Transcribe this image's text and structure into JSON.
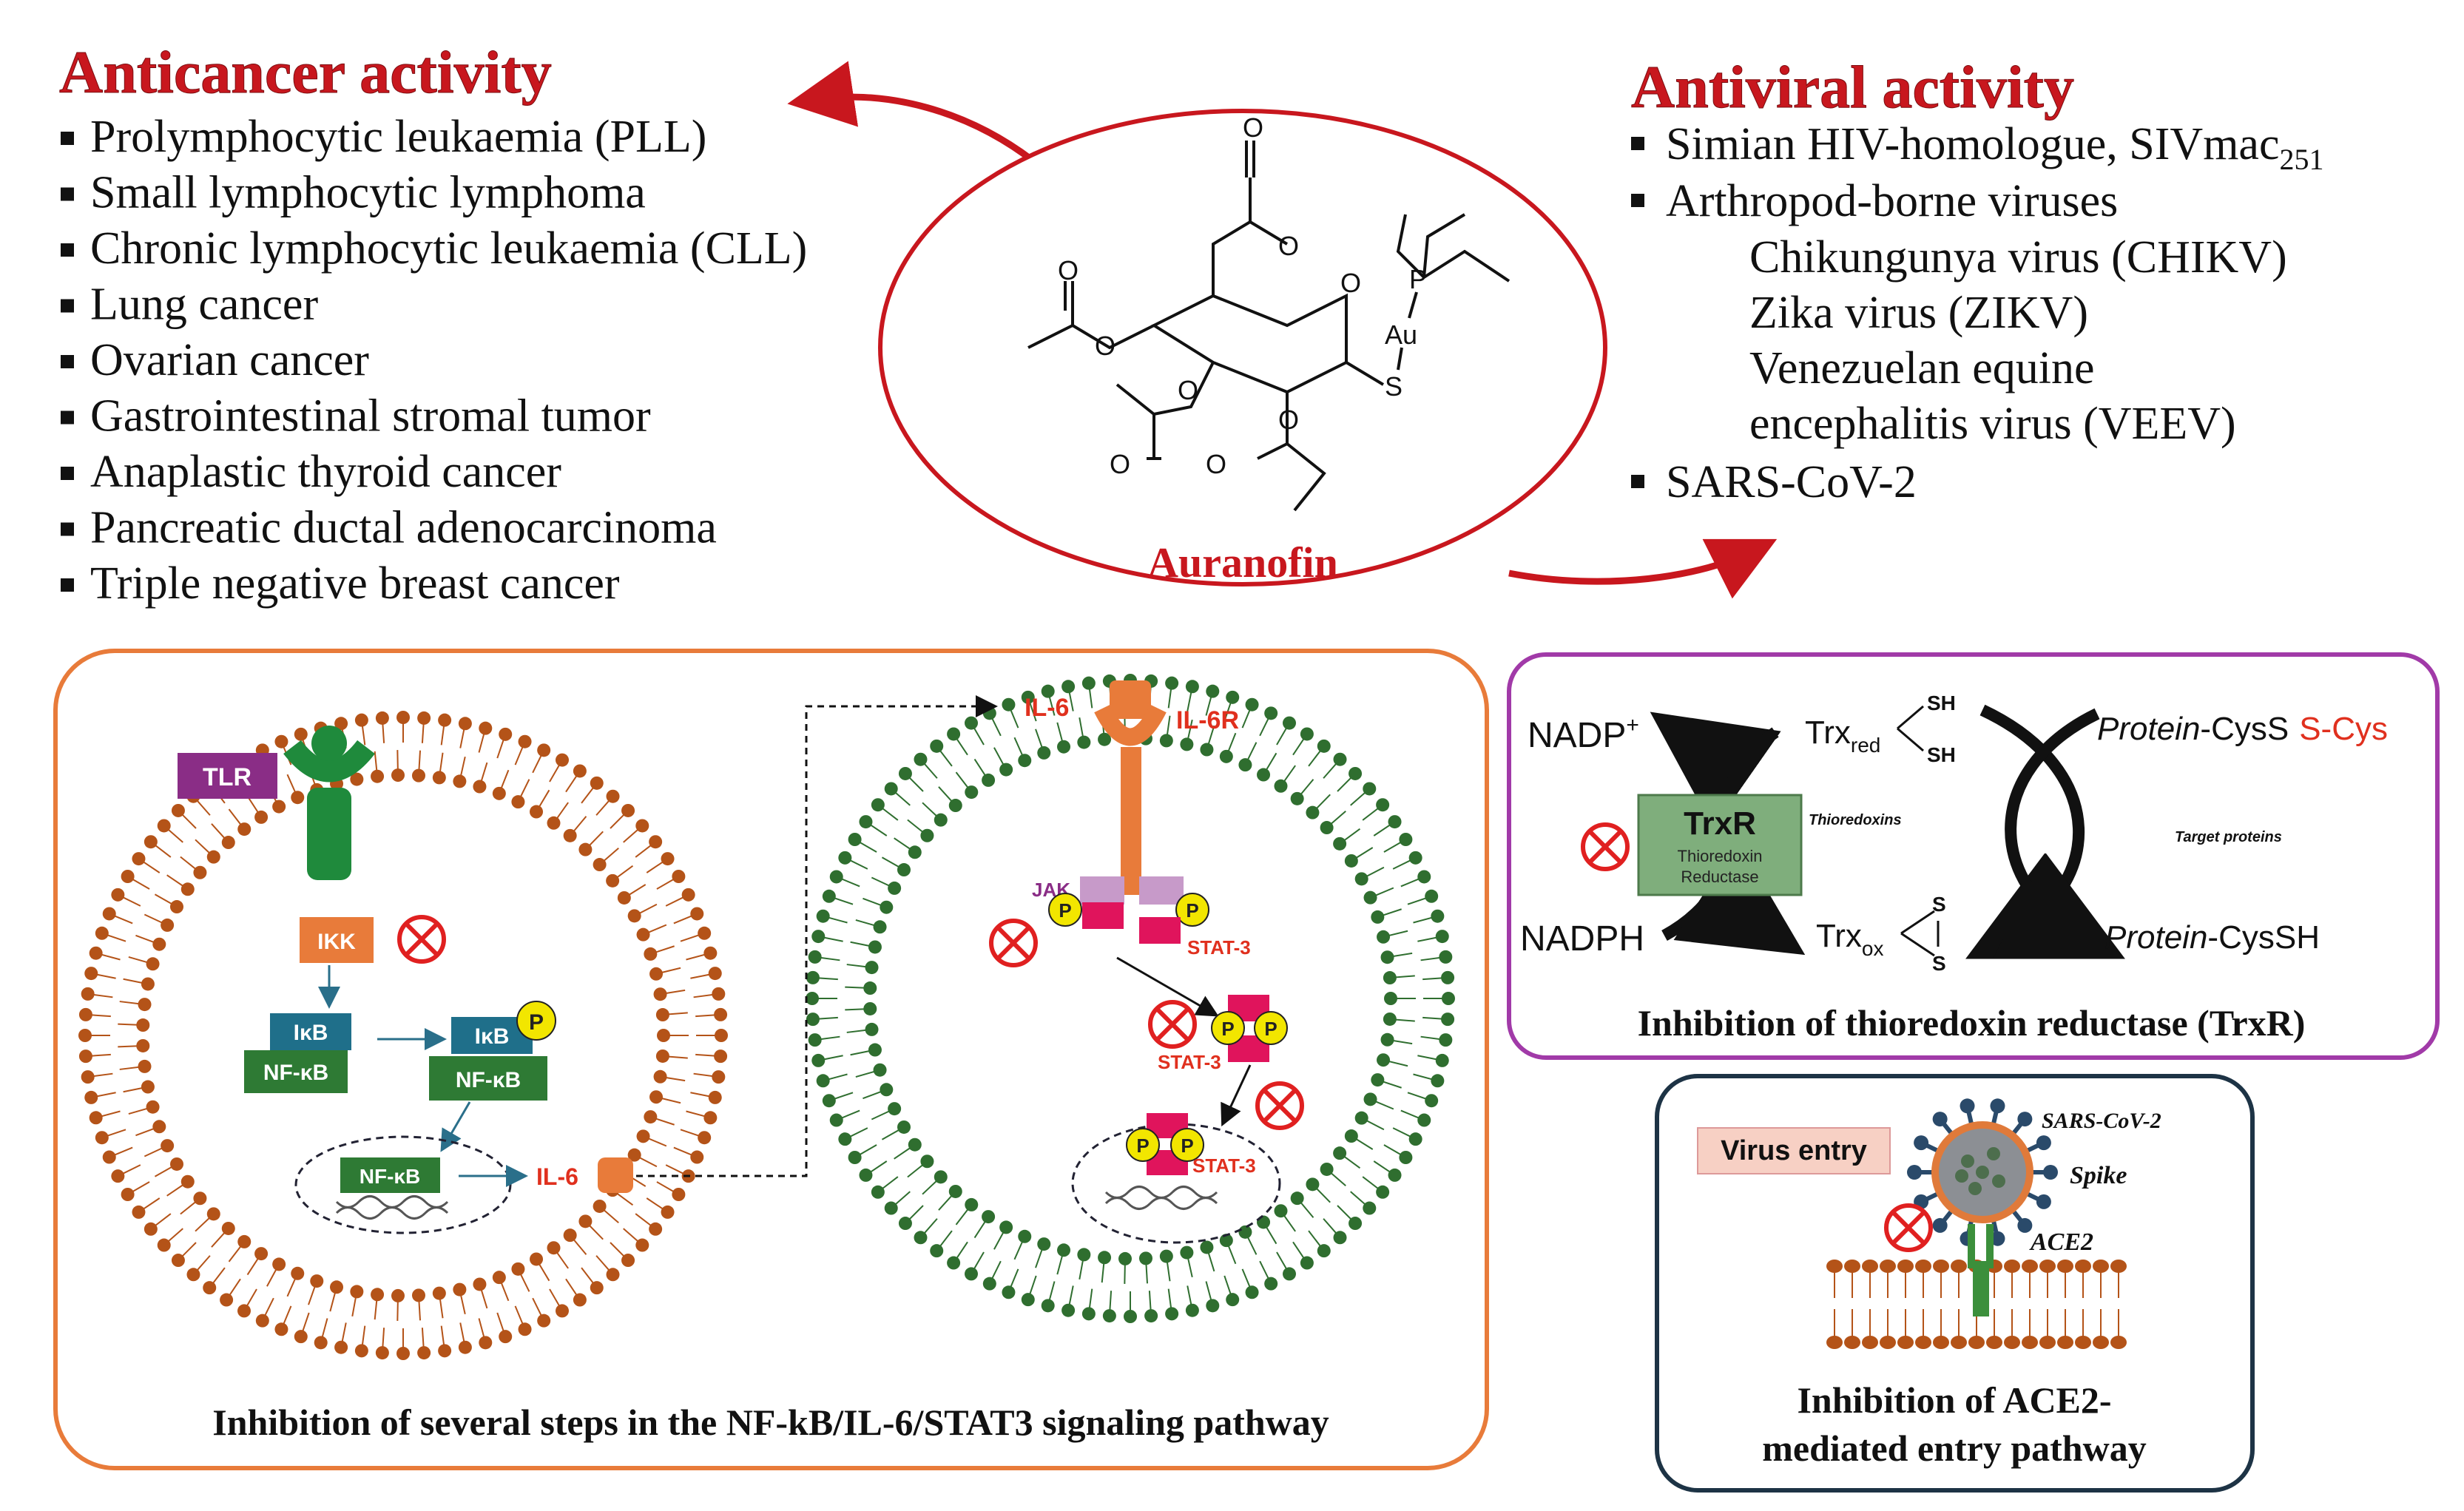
{
  "anticancer": {
    "heading": "Anticancer activity",
    "items": [
      "Prolymphocytic leukaemia (PLL)",
      "Small lymphocytic lymphoma",
      "Chronic lymphocytic leukaemia (CLL)",
      "Lung cancer",
      "Ovarian cancer",
      "Gastrointestinal stromal tumor",
      "Anaplastic thyroid cancer",
      "Pancreatic ductal adenocarcinoma",
      "Triple negative breast cancer"
    ]
  },
  "antiviral": {
    "heading": "Antiviral activity",
    "item1_main": "Simian HIV-homologue, SIVmac",
    "item1_sub": "251",
    "item2": "Arthropod-borne viruses",
    "subitems": [
      "Chikungunya virus (CHIKV)",
      "Zika virus (ZIKV)",
      "Venezuelan equine",
      "encephalitis virus (VEEV)"
    ],
    "item3": "SARS-CoV-2"
  },
  "drug": {
    "name": "Auranofin",
    "atoms": {
      "o": "O",
      "p": "P",
      "au": "Au",
      "s": "S"
    }
  },
  "nfkb_panel": {
    "caption": "Inhibition of several steps in the NF-kB/IL-6/STAT3 signaling pathway",
    "labels": {
      "tlr": "TLR",
      "ikk": "IKK",
      "ikb": "IκB",
      "nfkb": "NF-κB",
      "p": "P",
      "il6": "IL-6",
      "il6r": "IL-6R",
      "jak": "JAK",
      "stat3": "STAT-3"
    }
  },
  "trxr_panel": {
    "caption": "Inhibition of thioredoxin reductase (TrxR)",
    "nadp": "NADP",
    "nadp_sup": "+",
    "nadph": "NADPH",
    "trx": "Trx",
    "red_sub": "red",
    "ox_sub": "ox",
    "sh": "SH",
    "s": "S",
    "enzyme": "TrxR",
    "enzyme_sub1": "Thioredoxin",
    "enzyme_sub2": "Reductase",
    "thioredoxins": "Thioredoxins",
    "target_proteins": "Target proteins",
    "protein": "Protein",
    "cyss": "-CysS",
    "scys": "S-Cys",
    "cyssh": "-CysSH"
  },
  "ace2_panel": {
    "caption_line1": "Inhibition of ACE2-",
    "caption_line2": "mediated entry pathway",
    "virus_entry": "Virus entry",
    "sars": "SARS-CoV-2",
    "spike": "Spike",
    "ace2": "ACE2"
  },
  "colors": {
    "accent_red": "#c8171e",
    "orange_border": "#e87b3a",
    "purple_border": "#a13aa8",
    "navy_border": "#1d3345",
    "membrane_orange": "#b45318",
    "membrane_green": "#2f6e2f"
  }
}
